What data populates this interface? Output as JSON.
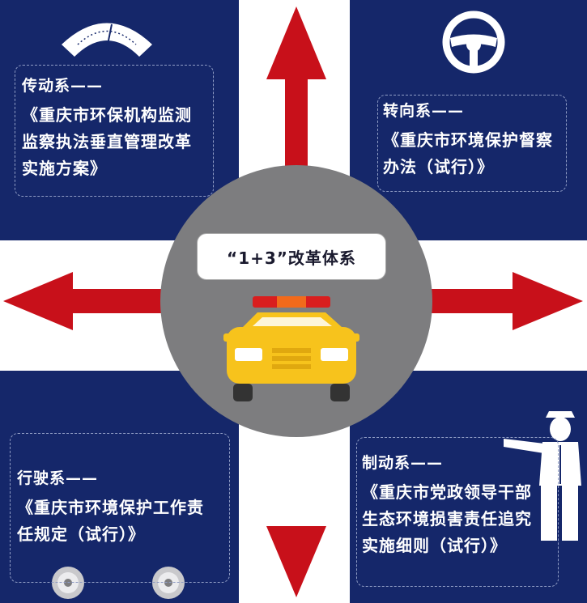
{
  "center": {
    "title": "“1+3”改革体系"
  },
  "panels": {
    "top_left": {
      "heading": "传动系——",
      "body_lines": [
        "《重庆市环保机构监测",
        "监察执法垂直管理改革",
        "实施方案》"
      ]
    },
    "top_right": {
      "heading": "转向系——",
      "body_lines": [
        "《重庆市环境保护督察",
        "办法（试行）》"
      ]
    },
    "bottom_left": {
      "heading": "行驶系——",
      "body_lines": [
        "《重庆市环境保护工作责",
        "任规定（试行）》"
      ]
    },
    "bottom_right": {
      "heading": "制动系——",
      "body_lines": [
        "《重庆市党政领导干部",
        "生态环境损害责任追究",
        "实施细则（试行）》"
      ]
    }
  },
  "icons": [
    "gauge-icon",
    "steering-wheel-icon",
    "wheel-icon",
    "police-car-icon",
    "traffic-police-icon"
  ],
  "colors": {
    "quadrant_bg": "#15276a",
    "arrow": "#c8101a",
    "circle": "#7d7d7f",
    "car_body": "#f7c31c",
    "siren": "#d91e1e"
  }
}
